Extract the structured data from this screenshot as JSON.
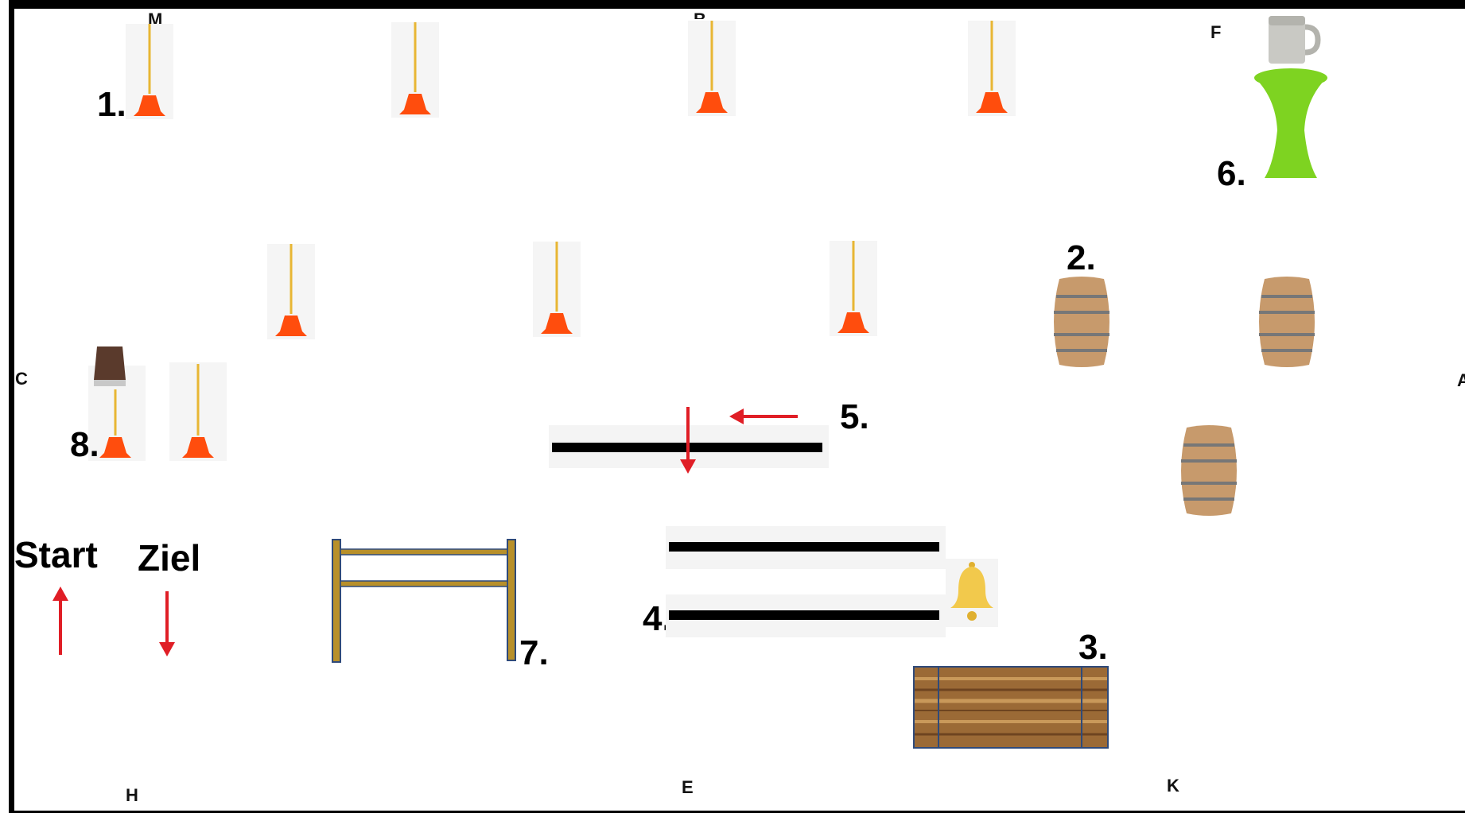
{
  "arena_letters": {
    "m": "M",
    "f": "F",
    "c": "C",
    "h": "H",
    "e": "E",
    "k": "K",
    "b": "B",
    "a": "A"
  },
  "stations": {
    "s1": "1.",
    "s2": "2.",
    "s3": "3.",
    "s4": "4.",
    "s5": "5.",
    "s6": "6.",
    "s7": "7.",
    "s8": "8."
  },
  "start_label": "Start",
  "finish_label": "Ziel",
  "colors": {
    "cone": "#ff4d0d",
    "pole": "#e8b634",
    "arrow": "#e01e26",
    "table": "#7ed321",
    "barrel": "#c79a6c",
    "bell": "#f2c94c",
    "gate": "#b8902a"
  }
}
